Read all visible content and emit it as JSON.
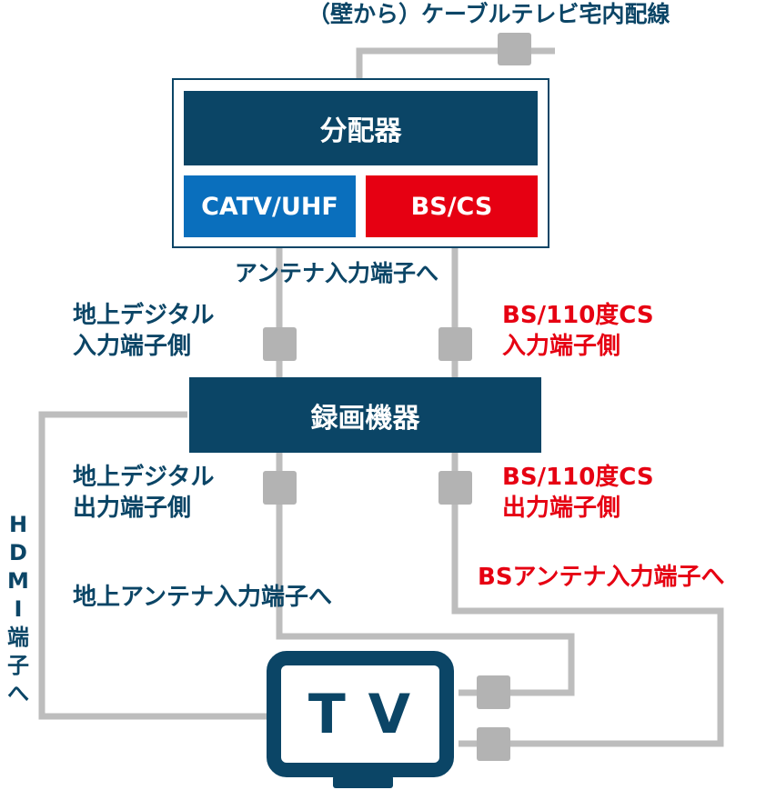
{
  "title": "（壁から）ケーブルテレビ宅内配線",
  "splitter": {
    "label": "分配器",
    "catv": "CATV/UHF",
    "bscs": "BS/CS",
    "note": "アンテナ入力端子へ"
  },
  "recorder": {
    "label": "録画機器",
    "in_terrestrial": [
      "地上デジタル",
      "入力端子側"
    ],
    "in_bs": [
      "BS/110度CS",
      "入力端子側"
    ],
    "out_terrestrial": [
      "地上デジタル",
      "出力端子側"
    ],
    "out_bs": [
      "BS/110度CS",
      "出力端子側"
    ]
  },
  "tv": {
    "label": "T V",
    "terrestrial_note": "地上アンテナ入力端子へ",
    "bs_note": "BSアンテナ入力端子へ"
  },
  "hdmi_note": [
    "H",
    "D",
    "M",
    "I",
    "端",
    "子",
    "へ"
  ],
  "colors": {
    "navy": "#0b4566",
    "blue": "#0a6fbd",
    "red": "#e60012",
    "wire": "#bdbdbd",
    "connector": "#b3b3b3"
  }
}
